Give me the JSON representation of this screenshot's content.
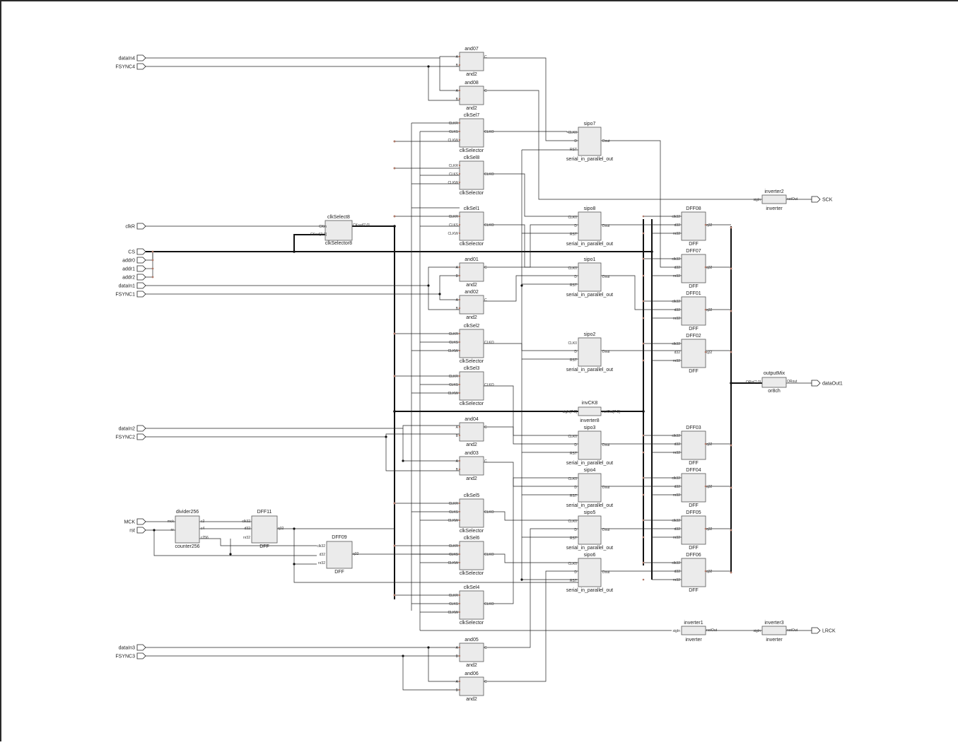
{
  "ports_in": [
    "dataIn4",
    "FSYNC4",
    "clkR",
    "CS",
    "addr0",
    "addr1",
    "addr2",
    "dataIn1",
    "FSYNC1",
    "dataIn2",
    "FSYNC2",
    "MCK",
    "rst",
    "dataIn3",
    "FSYNC3"
  ],
  "ports_out": [
    "SCK",
    "dataOut1",
    "LRCK"
  ],
  "ands": [
    {
      "name": "and07",
      "type": "and2"
    },
    {
      "name": "and08",
      "type": "and2"
    },
    {
      "name": "and01",
      "type": "and2"
    },
    {
      "name": "and02",
      "type": "and2"
    },
    {
      "name": "and04",
      "type": "and2"
    },
    {
      "name": "and03",
      "type": "and2"
    },
    {
      "name": "and05",
      "type": "and2"
    },
    {
      "name": "and06",
      "type": "and2"
    }
  ],
  "and_pins": {
    "a": "A",
    "b": "B",
    "c": "C"
  },
  "clksels": [
    {
      "name": "clkSel7",
      "type": "clkSelector"
    },
    {
      "name": "clkSel8",
      "type": "clkSelector"
    },
    {
      "name": "clkSel1",
      "type": "clkSelector"
    },
    {
      "name": "clkSel2",
      "type": "clkSelector"
    },
    {
      "name": "clkSel3",
      "type": "clkSelector"
    },
    {
      "name": "clkSel5",
      "type": "clkSelector"
    },
    {
      "name": "clkSel6",
      "type": "clkSelector"
    },
    {
      "name": "clkSel4",
      "type": "clkSelector"
    }
  ],
  "clksel_pins": {
    "r": "CLKR",
    "s": "CLKS",
    "w": "CLKW",
    "o": "CLKO"
  },
  "sipos": [
    {
      "name": "sipo7",
      "type": "serial_in_parallel_out"
    },
    {
      "name": "sipo8",
      "type": "serial_in_parallel_out"
    },
    {
      "name": "sipo1",
      "type": "serial_in_parallel_out"
    },
    {
      "name": "sipo2",
      "type": "serial_in_parallel_out"
    },
    {
      "name": "sipo3",
      "type": "serial_in_parallel_out"
    },
    {
      "name": "sipo4",
      "type": "serial_in_parallel_out"
    },
    {
      "name": "sipo5",
      "type": "serial_in_parallel_out"
    },
    {
      "name": "sipo6",
      "type": "serial_in_parallel_out"
    }
  ],
  "sipo_pins": {
    "clk": "CLK0",
    "d": "D",
    "rst": "RST",
    "out": "Dout"
  },
  "dffs": [
    {
      "name": "DFF08",
      "type": "DFF"
    },
    {
      "name": "DFF07",
      "type": "DFF"
    },
    {
      "name": "DFF01",
      "type": "DFF"
    },
    {
      "name": "DFF02",
      "type": "DFF"
    },
    {
      "name": "DFF03",
      "type": "DFF"
    },
    {
      "name": "DFF04",
      "type": "DFF"
    },
    {
      "name": "DFF05",
      "type": "DFF"
    },
    {
      "name": "DFF06",
      "type": "DFF"
    }
  ],
  "dff_pins": {
    "clk": "clk32",
    "d": "d32",
    "rst": "nr32",
    "q": "q32"
  },
  "clkselect8": {
    "name": "clkSelect8",
    "type": "clkSelector8",
    "pin_in": "CKin",
    "pin_sel": "CKsel[3:0]",
    "pin_out": "CKout[7:0]"
  },
  "invck8": {
    "name": "invCK8",
    "type": "inverter8",
    "pin_in": "sigIn[7:0]",
    "pin_out": "notOut[7:0]"
  },
  "inverter2": {
    "name": "inverter2",
    "type": "inverter",
    "pin_in": "sigIn",
    "pin_out": "notOut"
  },
  "inverter1": {
    "name": "inverter1",
    "type": "inverter",
    "pin_in": "sigIn",
    "pin_out": "notOut"
  },
  "inverter3": {
    "name": "inverter3",
    "type": "inverter",
    "pin_in": "sigIn",
    "pin_out": "notOut"
  },
  "outputmix": {
    "name": "outputMix",
    "type": "or8ch",
    "pin_in": "ORin[7:0]",
    "pin_out": "ORout"
  },
  "divider": {
    "name": "divider256",
    "type": "counter256",
    "pins": [
      "mck",
      "nr",
      "c2",
      "c4",
      "c256"
    ]
  },
  "dff11": {
    "name": "DFF11",
    "type": "DFF",
    "pins": [
      "clk32",
      "d32",
      "nr32",
      "q32"
    ]
  },
  "dff09": {
    "name": "DFF09",
    "type": "DFF",
    "pins": [
      "clk32",
      "d32",
      "nr32",
      "q32"
    ]
  }
}
